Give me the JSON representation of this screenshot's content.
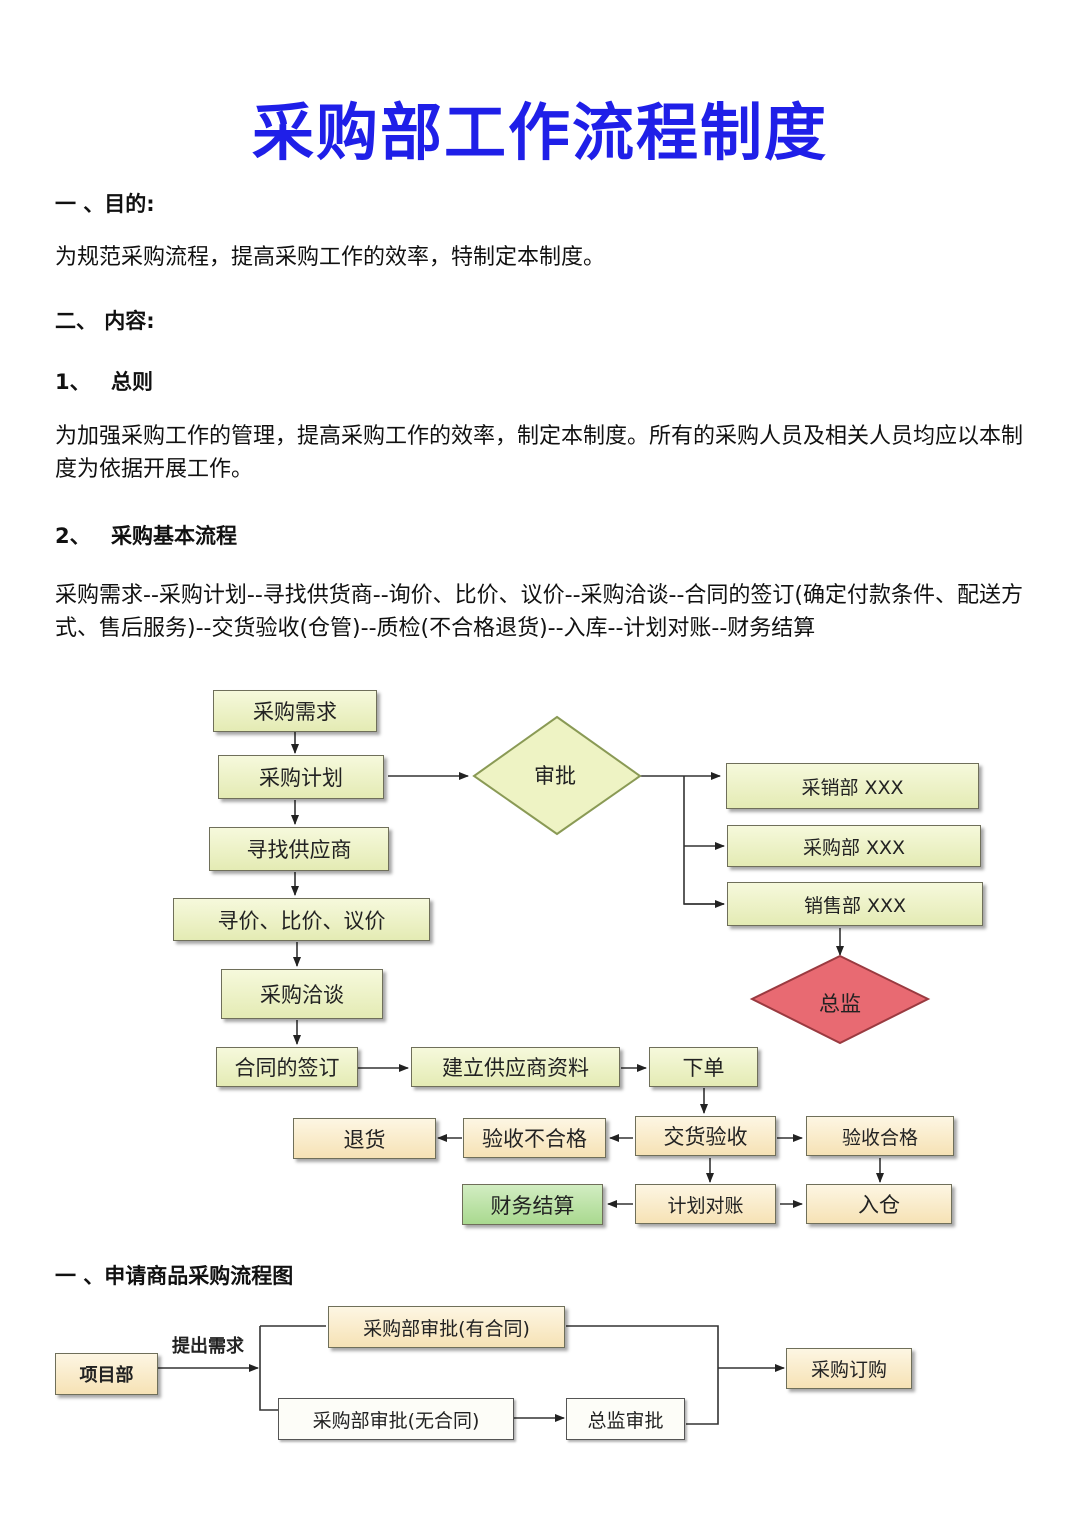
{
  "title": "采购部工作流程制度",
  "sec1": {
    "heading": "一 、目的:",
    "text": "为规范采购流程，提高采购工作的效率，特制定本制度。"
  },
  "sec2": {
    "heading": "二、 内容:"
  },
  "sub1": {
    "num": "1、",
    "heading": "总则",
    "text": "为加强采购工作的管理，提高采购工作的效率，制定本制度。所有的采购人员及相关人员均应以本制度为依据开展工作。"
  },
  "sub2": {
    "num": "2、",
    "heading": "采购基本流程",
    "text": "采购需求--采购计划--寻找供货商--询价、比价、议价--采购洽谈--合同的签订(确定付款条件、配送方式、售后服务)--交货验收(仓管)--质检(不合格退货)--入库--计划对账--财务结算"
  },
  "flow1": {
    "demand": "采购需求",
    "plan": "采购计划",
    "find_supplier": "寻找供应商",
    "inquiry": "寻价、比价、议价",
    "negotiate": "采购洽谈",
    "contract": "合同的签订",
    "supplier_file": "建立供应商资料",
    "order": "下单",
    "approval": "审批",
    "dept1": "采销部 XXX",
    "dept2": "采购部 XXX",
    "dept3": "销售部 XXX",
    "director": "总监",
    "delivery": "交货验收",
    "fail": "验收不合格",
    "return": "退货",
    "pass": "验收合格",
    "storage": "入仓",
    "reconcile": "计划对账",
    "settle": "财务结算"
  },
  "sec3": {
    "heading": "一 、申请商品采购流程图"
  },
  "flow2": {
    "project_dept": "项目部",
    "raise_demand": "提出需求",
    "approve_contract": "采购部审批(有合同)",
    "approve_no_contract": "采购部审批(无合同)",
    "director_approve": "总监审批",
    "purchase_order": "采购订购"
  },
  "colors": {
    "title": "#1f1fe8",
    "box_green": "#e4ebb4",
    "box_orange": "#f6e2b5",
    "box_settle": "#a9d98f",
    "diamond_approval": "#eef3c4",
    "diamond_director": "#e86a72"
  }
}
